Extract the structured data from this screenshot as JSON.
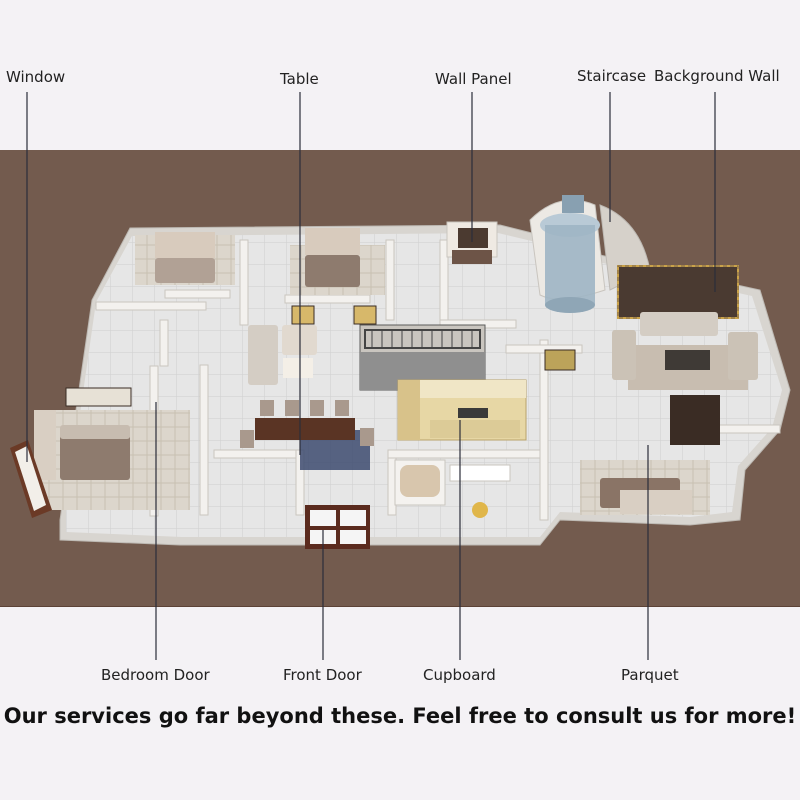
{
  "labels": {
    "window": "Window",
    "table": "Table",
    "wall_panel": "Wall Panel",
    "staircase": "Staircase",
    "background_wall": "Background Wall",
    "bedroom_door": "Bedroom Door",
    "front_door": "Front Door",
    "cupboard": "Cupboard",
    "parquet": "Parquet"
  },
  "footer": "Our services go far beyond these. Feel free to consult us for more!",
  "colors": {
    "band": "#735b4e",
    "background": "#f4f2f5",
    "wall": "#f3f1ee",
    "floor_tile": "#e4e4e4",
    "wood": "#8a5a35",
    "accent_gold": "#c9a24a",
    "staircase_glass": "#9fb5c4"
  }
}
